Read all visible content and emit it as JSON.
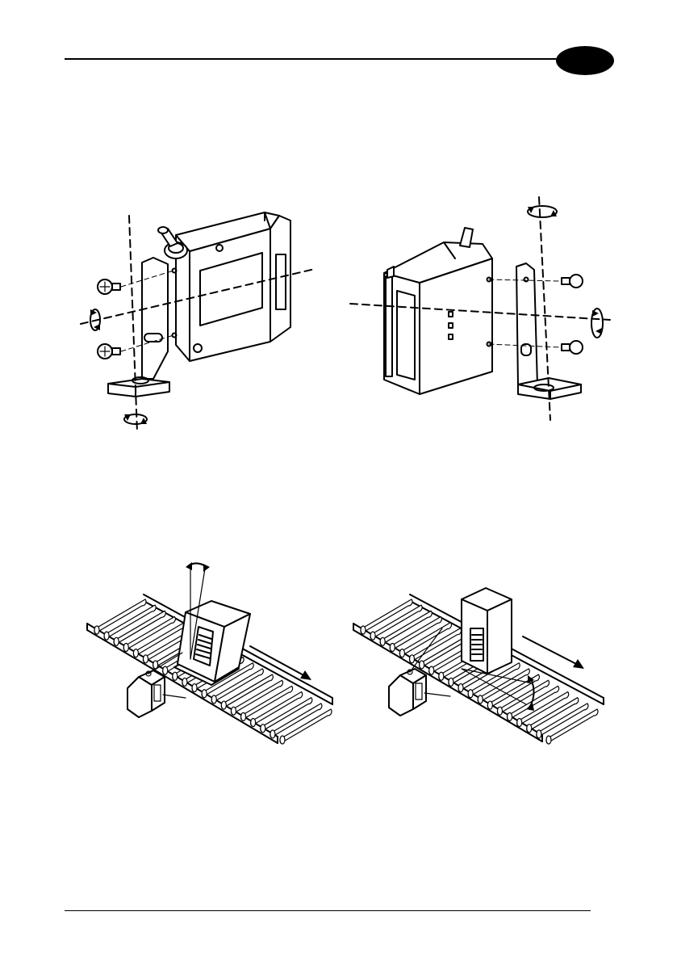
{
  "page": {
    "header_tab": "chapter-tab",
    "figures": [
      {
        "id": "figure-bracket-mount-left",
        "icons": [
          "screw-icon",
          "rotation-arrow-icon",
          "mounting-bracket-icon",
          "scanner-icon"
        ]
      },
      {
        "id": "figure-bracket-mount-right",
        "icons": [
          "screw-icon",
          "rotation-arrow-icon",
          "mounting-bracket-icon",
          "scanner-icon"
        ]
      },
      {
        "id": "figure-conveyor-pitch",
        "icons": [
          "conveyor-icon",
          "package-icon",
          "barcode-icon",
          "scanner-icon",
          "direction-arrow-icon"
        ]
      },
      {
        "id": "figure-conveyor-skew",
        "icons": [
          "conveyor-icon",
          "package-icon",
          "barcode-icon",
          "scanner-icon",
          "direction-arrow-icon"
        ]
      }
    ]
  }
}
